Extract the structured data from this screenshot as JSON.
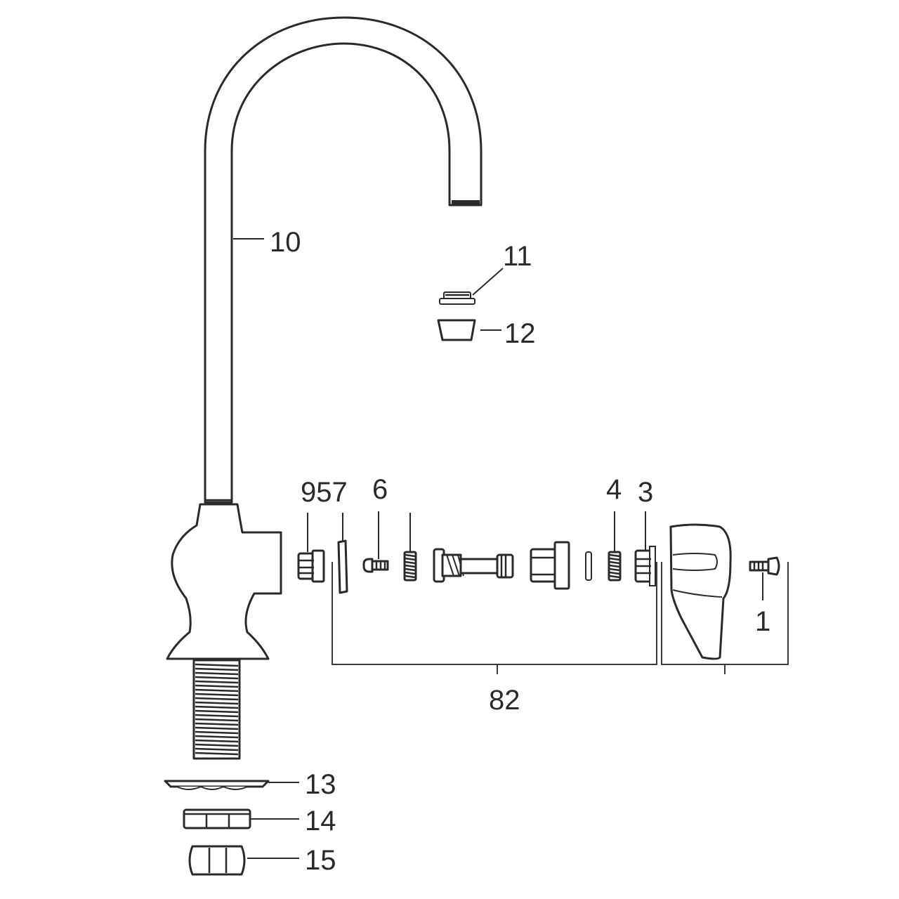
{
  "callouts": {
    "c1": "1",
    "c3": "3",
    "c4": "4",
    "c6": "6",
    "c957": "957",
    "c10": "10",
    "c11": "11",
    "c12": "12",
    "c13": "13",
    "c14": "14",
    "c15": "15",
    "c82": "82"
  },
  "colors": {
    "line": "#2a2a2a",
    "background": "#ffffff"
  }
}
